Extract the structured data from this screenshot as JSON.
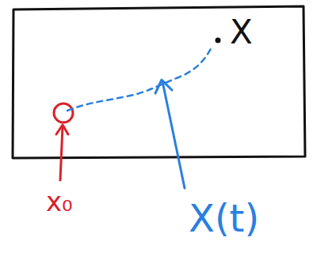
{
  "diagram": {
    "labels": [
      "x₀",
      "X",
      "X(t)"
    ]
  }
}
